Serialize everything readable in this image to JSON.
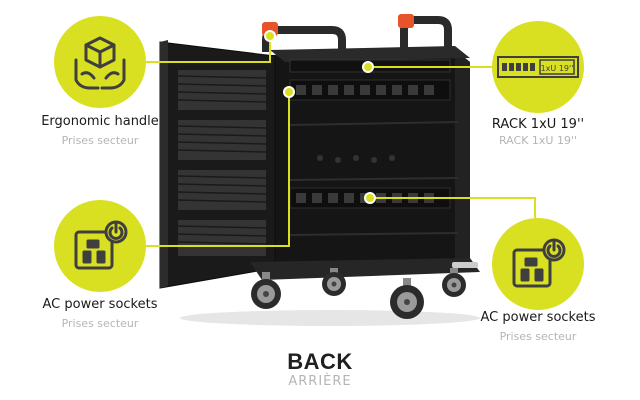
{
  "colors": {
    "accent": "#d9e021",
    "cart_body": "#1c1c1c",
    "handle_orange": "#e8532b"
  },
  "callouts": {
    "handle": {
      "icon": "hands-with-box-icon",
      "label": "Ergonomic handle",
      "sublabel": "Prises secteur"
    },
    "left_sockets": {
      "icon": "power-socket-icon",
      "label": "AC power sockets",
      "sublabel": "Prises secteur"
    },
    "rack": {
      "icon": "rack-unit-icon",
      "rack_text": "1xU 19''",
      "label": "RACK 1xU 19''",
      "sublabel": "RACK 1xU 19''"
    },
    "right_sockets": {
      "icon": "power-socket-icon",
      "label": "AC power sockets",
      "sublabel": "Prises secteur"
    }
  },
  "footer": {
    "title": "BACK",
    "subtitle": "ARRIÈRE"
  }
}
